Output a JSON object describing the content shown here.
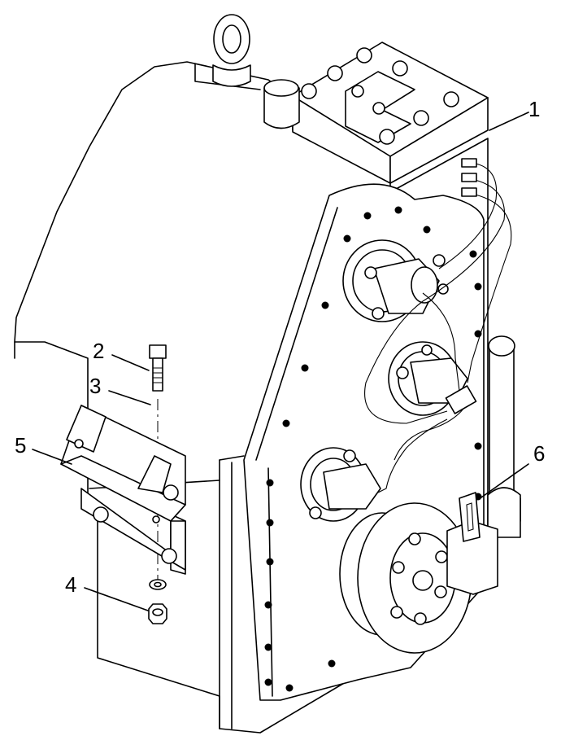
{
  "callouts": [
    {
      "id": "1",
      "label": "1"
    },
    {
      "id": "2",
      "label": "2"
    },
    {
      "id": "3",
      "label": "3"
    },
    {
      "id": "4",
      "label": "4"
    },
    {
      "id": "5",
      "label": "5"
    },
    {
      "id": "6",
      "label": "6"
    }
  ],
  "parts": {
    "housing": "gearbox-housing",
    "top_cover": "top-cover-plate",
    "lifting_eye": "lifting-eye",
    "breather": "breather-cap",
    "bolt": "bolt",
    "washer": "washer",
    "nut": "nut",
    "bracket": "mounting-bracket",
    "sensor": "speed-sensor",
    "flange": "output-flange"
  }
}
